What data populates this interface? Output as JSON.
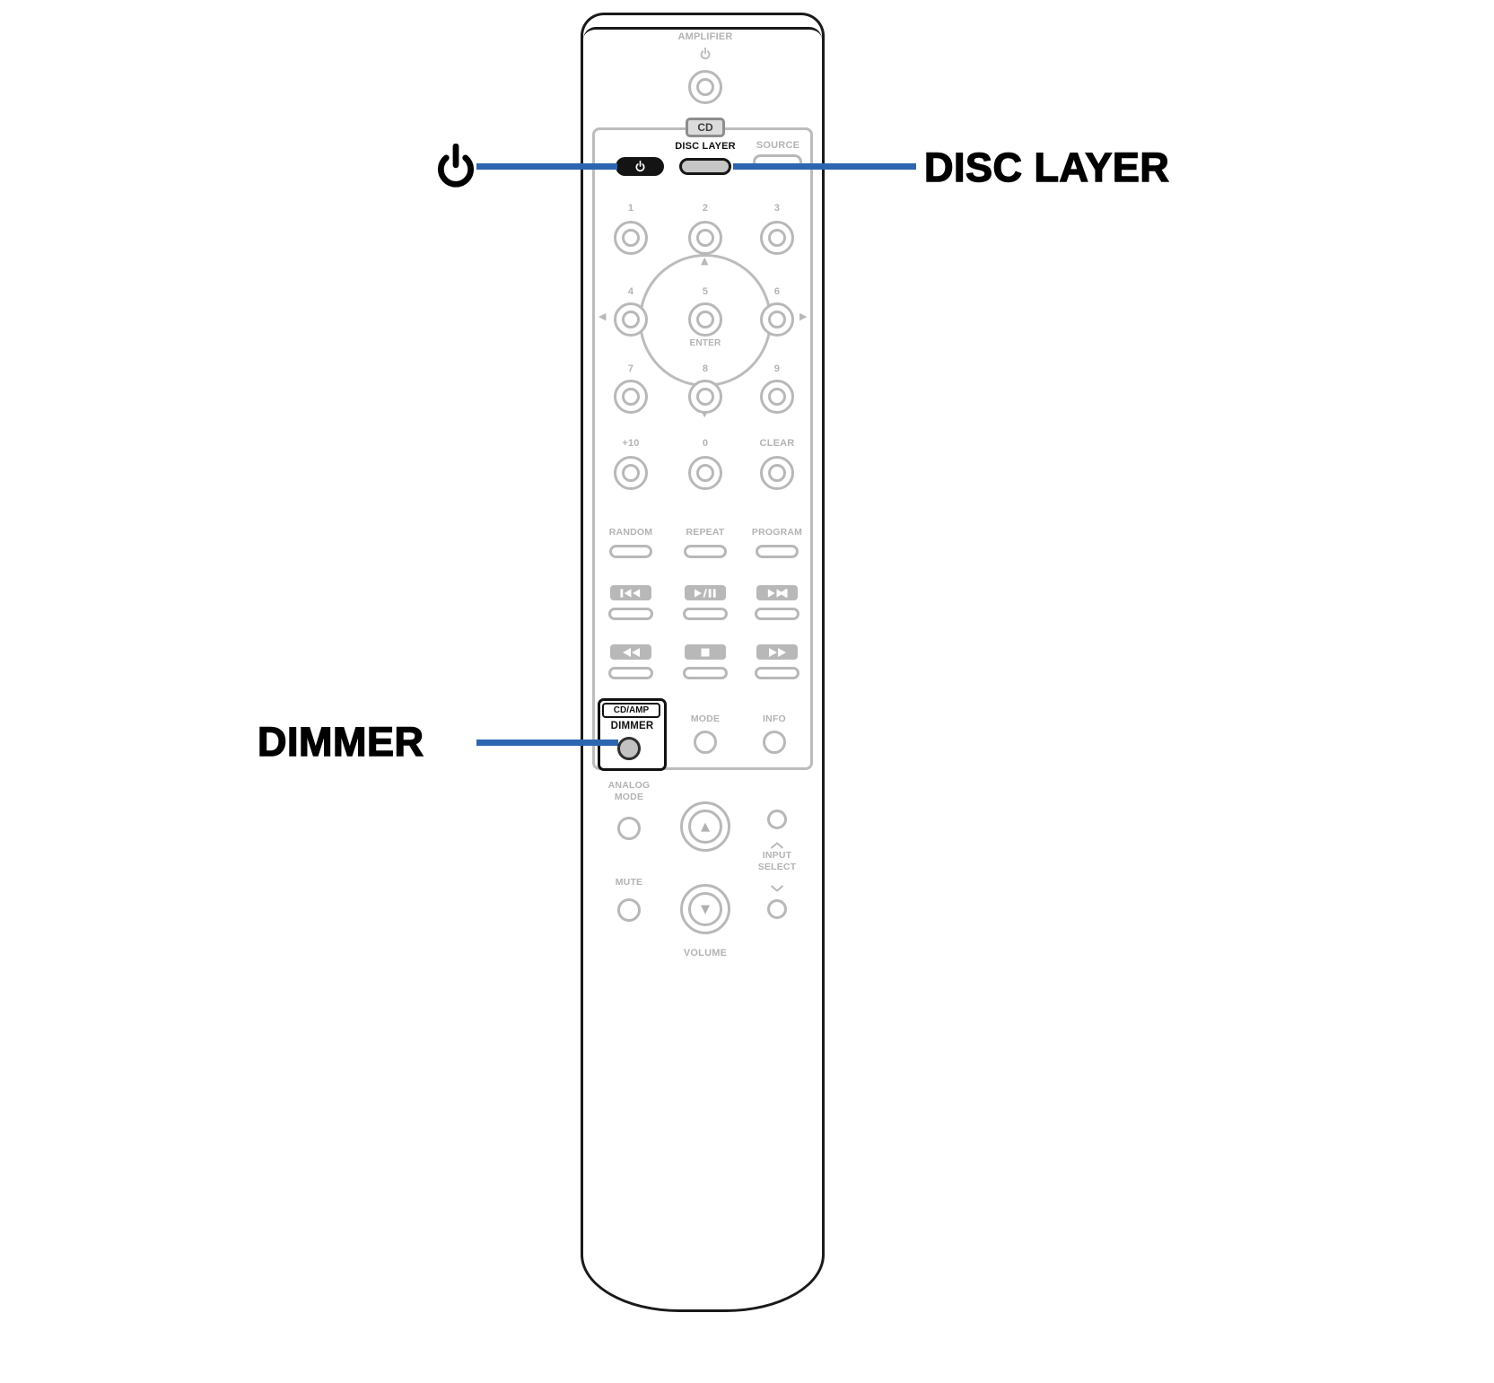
{
  "callouts": {
    "disc_layer_label": "DISC LAYER",
    "dimmer_label": "DIMMER",
    "line_color": "#2c66b0",
    "power_icon": "power-standby"
  },
  "icons": {
    "cursor_up": "▲",
    "cursor_down": "▼",
    "cursor_left": "◀",
    "cursor_right": "▶",
    "volume_up": "▲",
    "volume_down": "▼"
  },
  "remote": {
    "amplifier_label": "AMPLIFIER",
    "cd_badge": "CD",
    "top_row": {
      "disc_layer": "DISC LAYER",
      "source": "SOURCE"
    },
    "keypad": {
      "digits": [
        "1",
        "2",
        "3",
        "4",
        "5",
        "6",
        "7",
        "8",
        "9"
      ],
      "enter": "ENTER",
      "plus10": "+10",
      "zero": "0",
      "clear": "CLEAR"
    },
    "play_modes": {
      "random": "RANDOM",
      "repeat": "REPEAT",
      "program": "PROGRAM"
    },
    "dimmer_box": {
      "cd_amp": "CD/AMP",
      "dimmer": "DIMMER"
    },
    "info_row": {
      "mode": "MODE",
      "info": "INFO"
    },
    "lower": {
      "analog_line1": "ANALOG",
      "analog_line2": "MODE",
      "mute": "MUTE",
      "input": "INPUT",
      "select": "SELECT",
      "volume": "VOLUME"
    }
  }
}
